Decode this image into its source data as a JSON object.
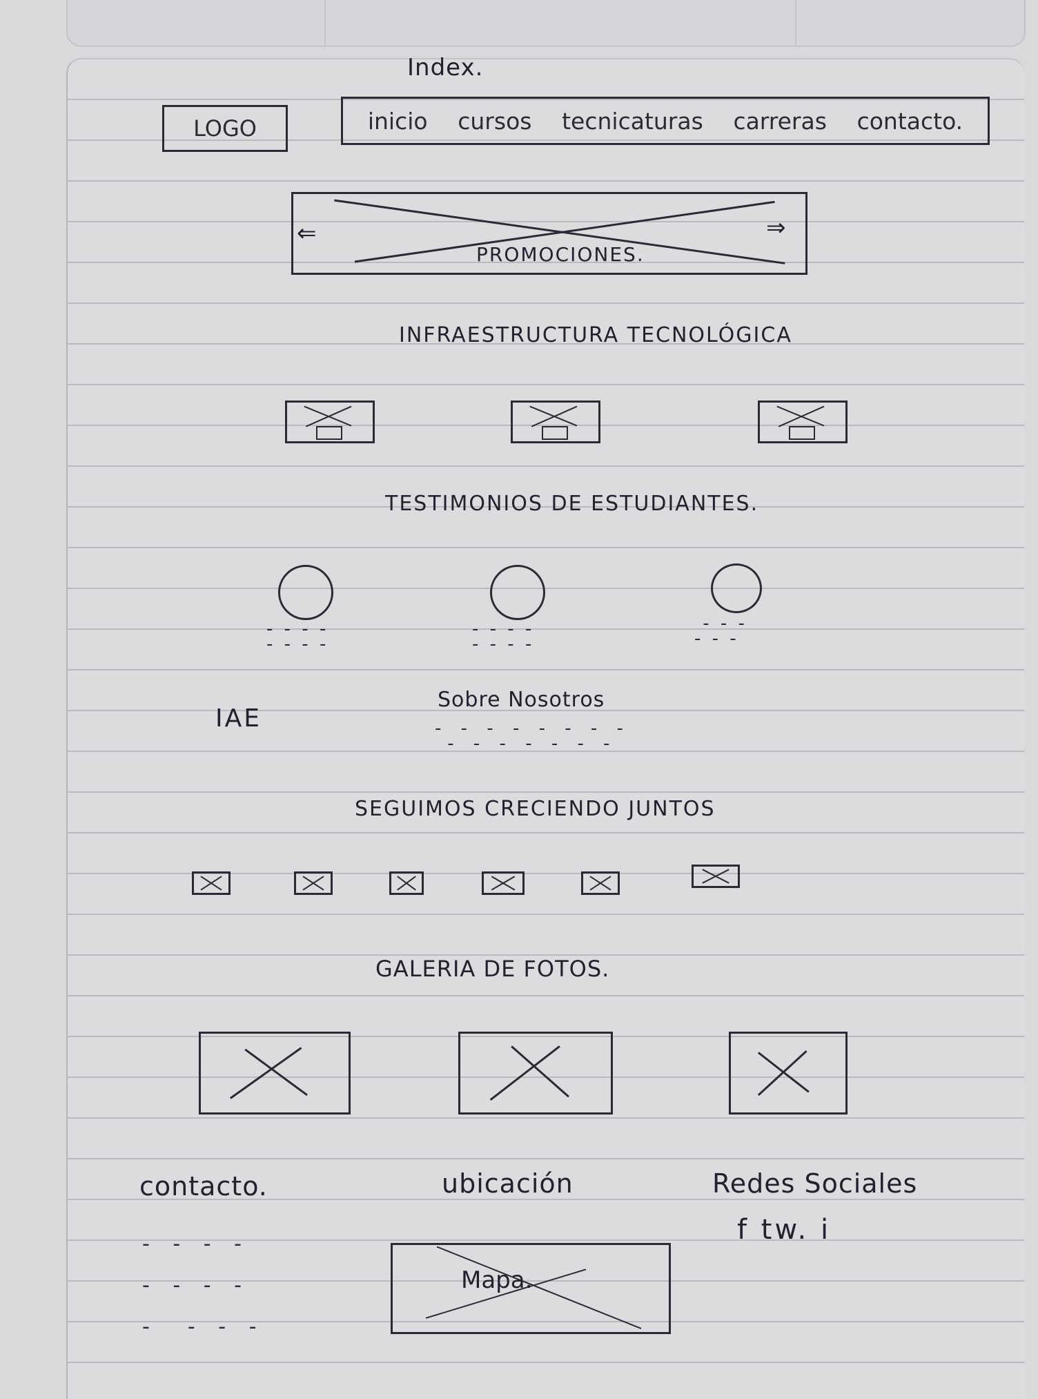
{
  "header": {
    "page_title": "Index.",
    "logo_label": "LOGO",
    "nav_items": [
      "inicio",
      "cursos",
      "tecnicaturas",
      "carreras",
      "contacto."
    ]
  },
  "promo": {
    "label": "PROMOCIONES.",
    "left_arrow": "⇐",
    "right_arrow": "⇒"
  },
  "sections": {
    "infraestructura": "INFRAESTRUCTURA TECNOLÓGICA",
    "testimonios": "TESTIMONIOS DE ESTUDIANTES.",
    "iae": "IAE",
    "sobre_nosotros": "Sobre Nosotros",
    "seguimos": "SEGUIMOS CRECIENDO JUNTOS",
    "galeria": "GALERIA DE FOTOS."
  },
  "footer": {
    "contacto": "contacto.",
    "ubicacion": "ubicación",
    "redes_sociales": "Redes Sociales",
    "social_icons": "f tw. i",
    "mapa": "Mapa."
  }
}
